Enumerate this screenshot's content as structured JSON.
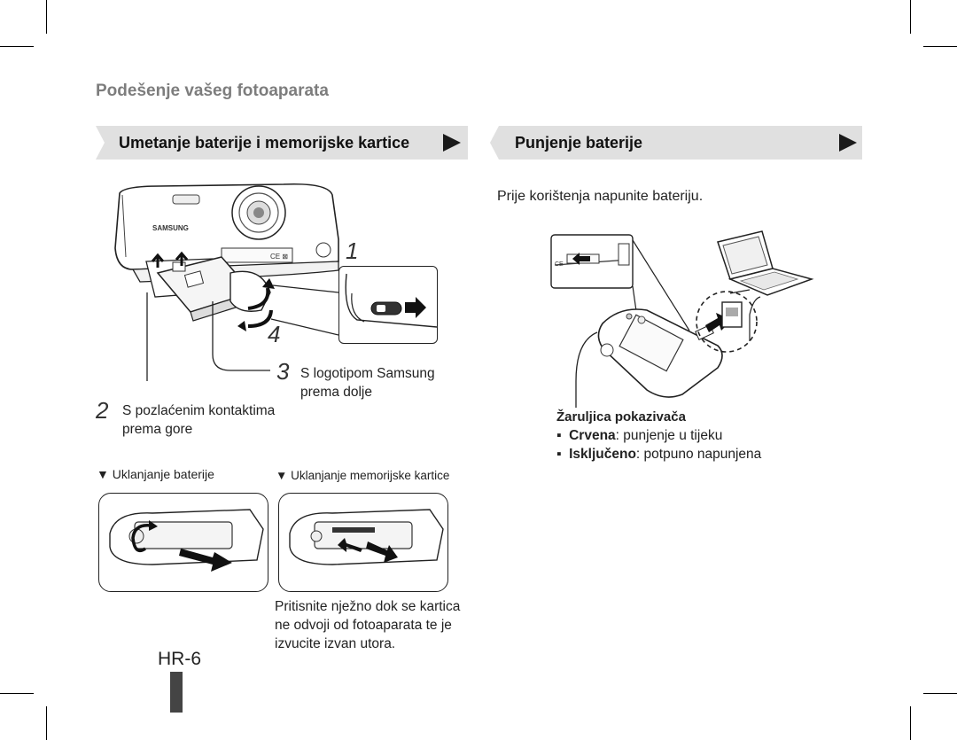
{
  "page": {
    "section_title": "Podešenje vašeg fotoaparata",
    "page_number": "HR-6"
  },
  "left": {
    "header": "Umetanje baterije i memorijske kartice",
    "camera_brand": "SAMSUNG",
    "step1": "1",
    "step2": "2",
    "step2_text_line1": "S pozlaćenim kontaktima",
    "step2_text_line2": "prema gore",
    "step3": "3",
    "step3_text_line1": "S logotipom Samsung",
    "step3_text_line2": "prema dolje",
    "step4": "4",
    "remove_battery_label": "▼ Uklanjanje baterije",
    "remove_card_label": "▼ Uklanjanje memorijske kartice",
    "note_line1": "Pritisnite nježno dok se kartica",
    "note_line2": "ne odvoji od fotoaparata te je",
    "note_line3": "izvucite izvan utora."
  },
  "right": {
    "header": "Punjenje baterije",
    "intro": "Prije korištenja napunite bateriju.",
    "indicator_title": "Žaruljica pokazivača",
    "bullets": [
      {
        "term": "Crvena",
        "desc": ": punjenje u tijeku"
      },
      {
        "term": "Isključeno",
        "desc": ": potpuno napunjena"
      }
    ]
  }
}
